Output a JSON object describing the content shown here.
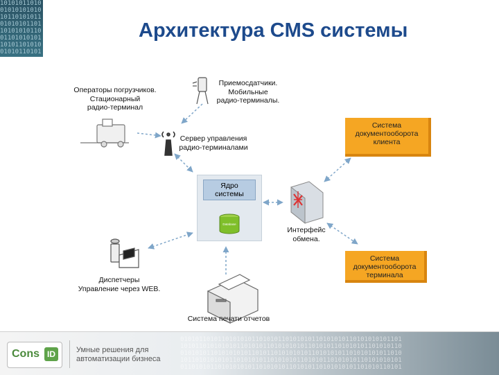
{
  "title": "Архитектура CMS системы",
  "nodes": {
    "operators": [
      "Операторы погрузчиков.",
      "Стационарный",
      "радио-терминал"
    ],
    "receivers": [
      "Приемосдатчики.",
      "Мобильные",
      "радио-терминалы."
    ],
    "server": [
      "Сервер управления",
      "радио-терминалами"
    ],
    "core": [
      "Ядро",
      "системы"
    ],
    "database_label": "Database",
    "client_docs": [
      "Система",
      "документооборота",
      "клиента"
    ],
    "interface": [
      "Интерфейс",
      "обмена."
    ],
    "terminal_docs": [
      "Система",
      "документооборота",
      "терминала"
    ],
    "dispatchers": [
      "Диспетчеры",
      "Управление через WEB."
    ],
    "print": "Система печати отчетов"
  },
  "footer": {
    "logo_text": "Cons",
    "logo_mark": "ID",
    "slogan": [
      "Умные решения для",
      "автоматизации бизнеса"
    ]
  },
  "colors": {
    "title": "#1d4a8c",
    "orange": "#f5a623",
    "arrow": "#7fa6c9"
  }
}
